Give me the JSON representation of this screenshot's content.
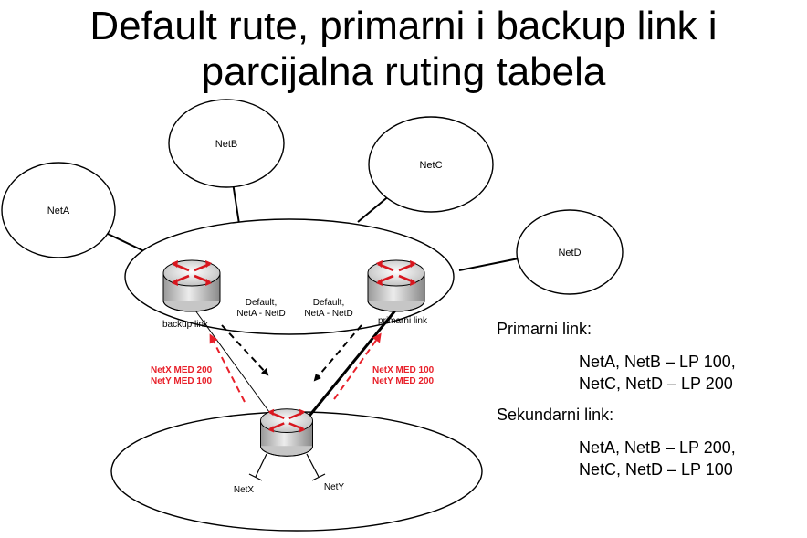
{
  "title": {
    "line1": "Default rute, primarni i backup link i",
    "line2": "parcijalna ruting tabela"
  },
  "networks": {
    "neta": "NetA",
    "netb": "NetB",
    "netc": "NetC",
    "netd": "NetD",
    "netx": "NetX",
    "nety": "NetY"
  },
  "links": {
    "backup": "backup link",
    "primary": "primarni link"
  },
  "default_routes": {
    "left_line1": "Default,",
    "left_line2": "NetA - NetD",
    "right_line1": "Default,",
    "right_line2": "NetA - NetD"
  },
  "med": {
    "backup_line1": "NetX MED 200",
    "backup_line2": "NetY MED 100",
    "primary_line1": "NetX MED 100",
    "primary_line2": "NetY MED 200"
  },
  "legend": {
    "primary_header": "Primarni link:",
    "primary_line1": "NetA, NetB – LP 100,",
    "primary_line2": "NetC, NetD – LP 200",
    "secondary_header": "Sekundarni link:",
    "secondary_line1": "NetA, NetB – LP 200,",
    "secondary_line2": "NetC, NetD – LP 100"
  },
  "colors": {
    "med_red": "#e8202a",
    "router_arrow_red": "#d8161e",
    "outline": "#000000"
  },
  "icons": [
    "router-icon",
    "dashed-arrow-icon"
  ]
}
